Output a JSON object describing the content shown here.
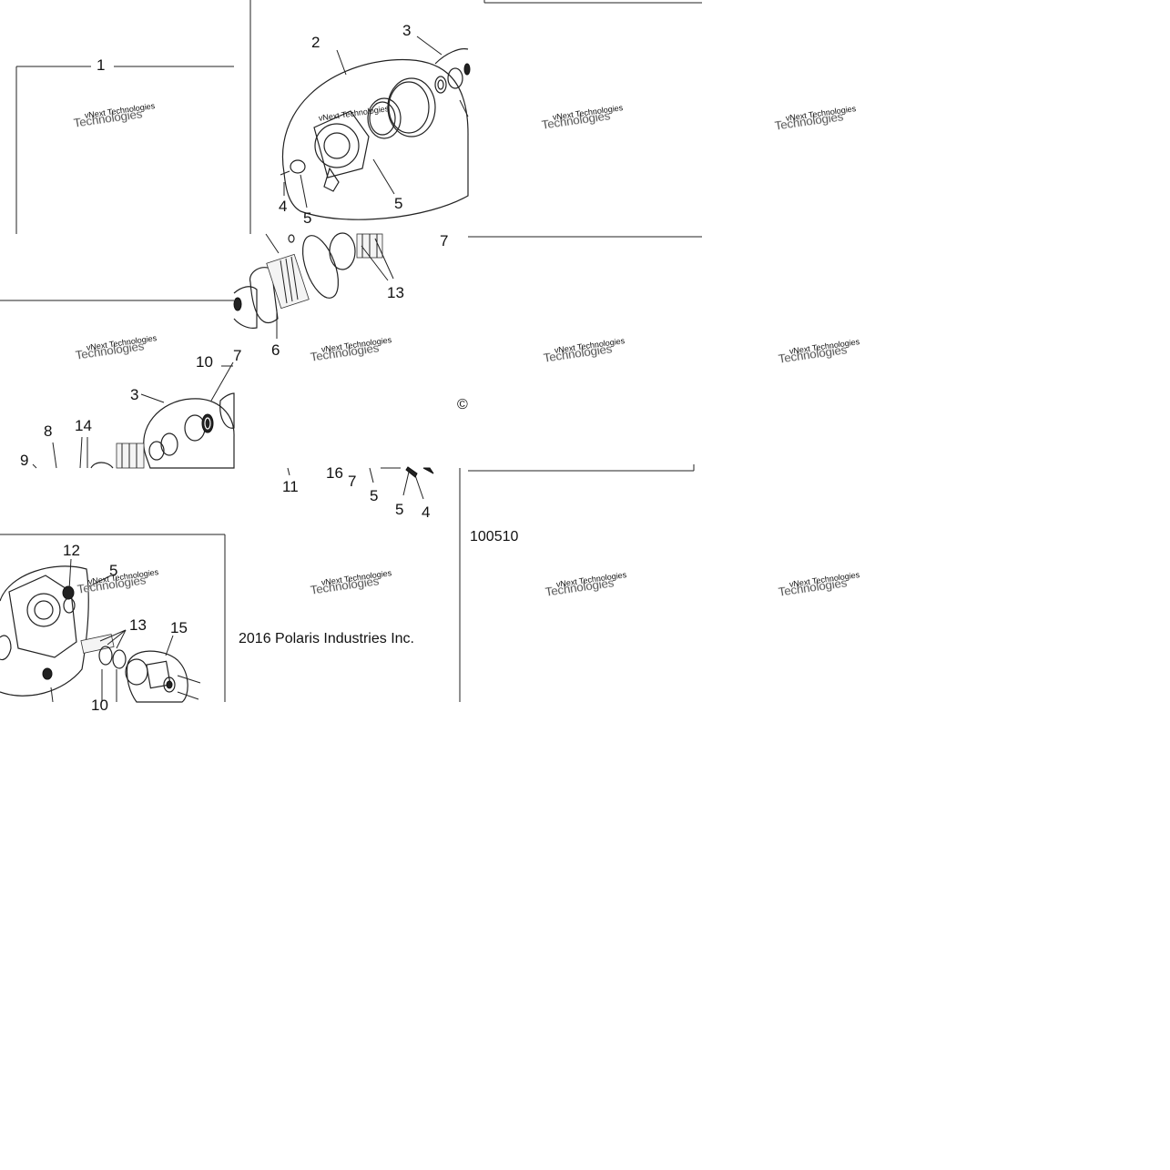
{
  "callouts": {
    "c1": "1",
    "c2": "2",
    "c3a": "3",
    "c4a": "4",
    "c5a": "5",
    "c5b": "5",
    "c7a": "7",
    "c13a": "13",
    "c6": "6",
    "c10": "10",
    "c7b": "7",
    "c3b": "3",
    "c8": "8",
    "c14": "14",
    "c9": "9",
    "c16": "16",
    "c7c": "7",
    "c11": "11",
    "c5c": "5",
    "c5d": "5",
    "c4b": "4",
    "c12": "12",
    "c5e": "5",
    "c13b": "13",
    "c15": "15",
    "c10b": "10"
  },
  "copyright_symbol": "©",
  "copyright_text": "2016 Polaris Industries Inc.",
  "diagram_number": "100510",
  "watermark": {
    "line1": "vNext Technologies",
    "line2": "Technologies"
  }
}
